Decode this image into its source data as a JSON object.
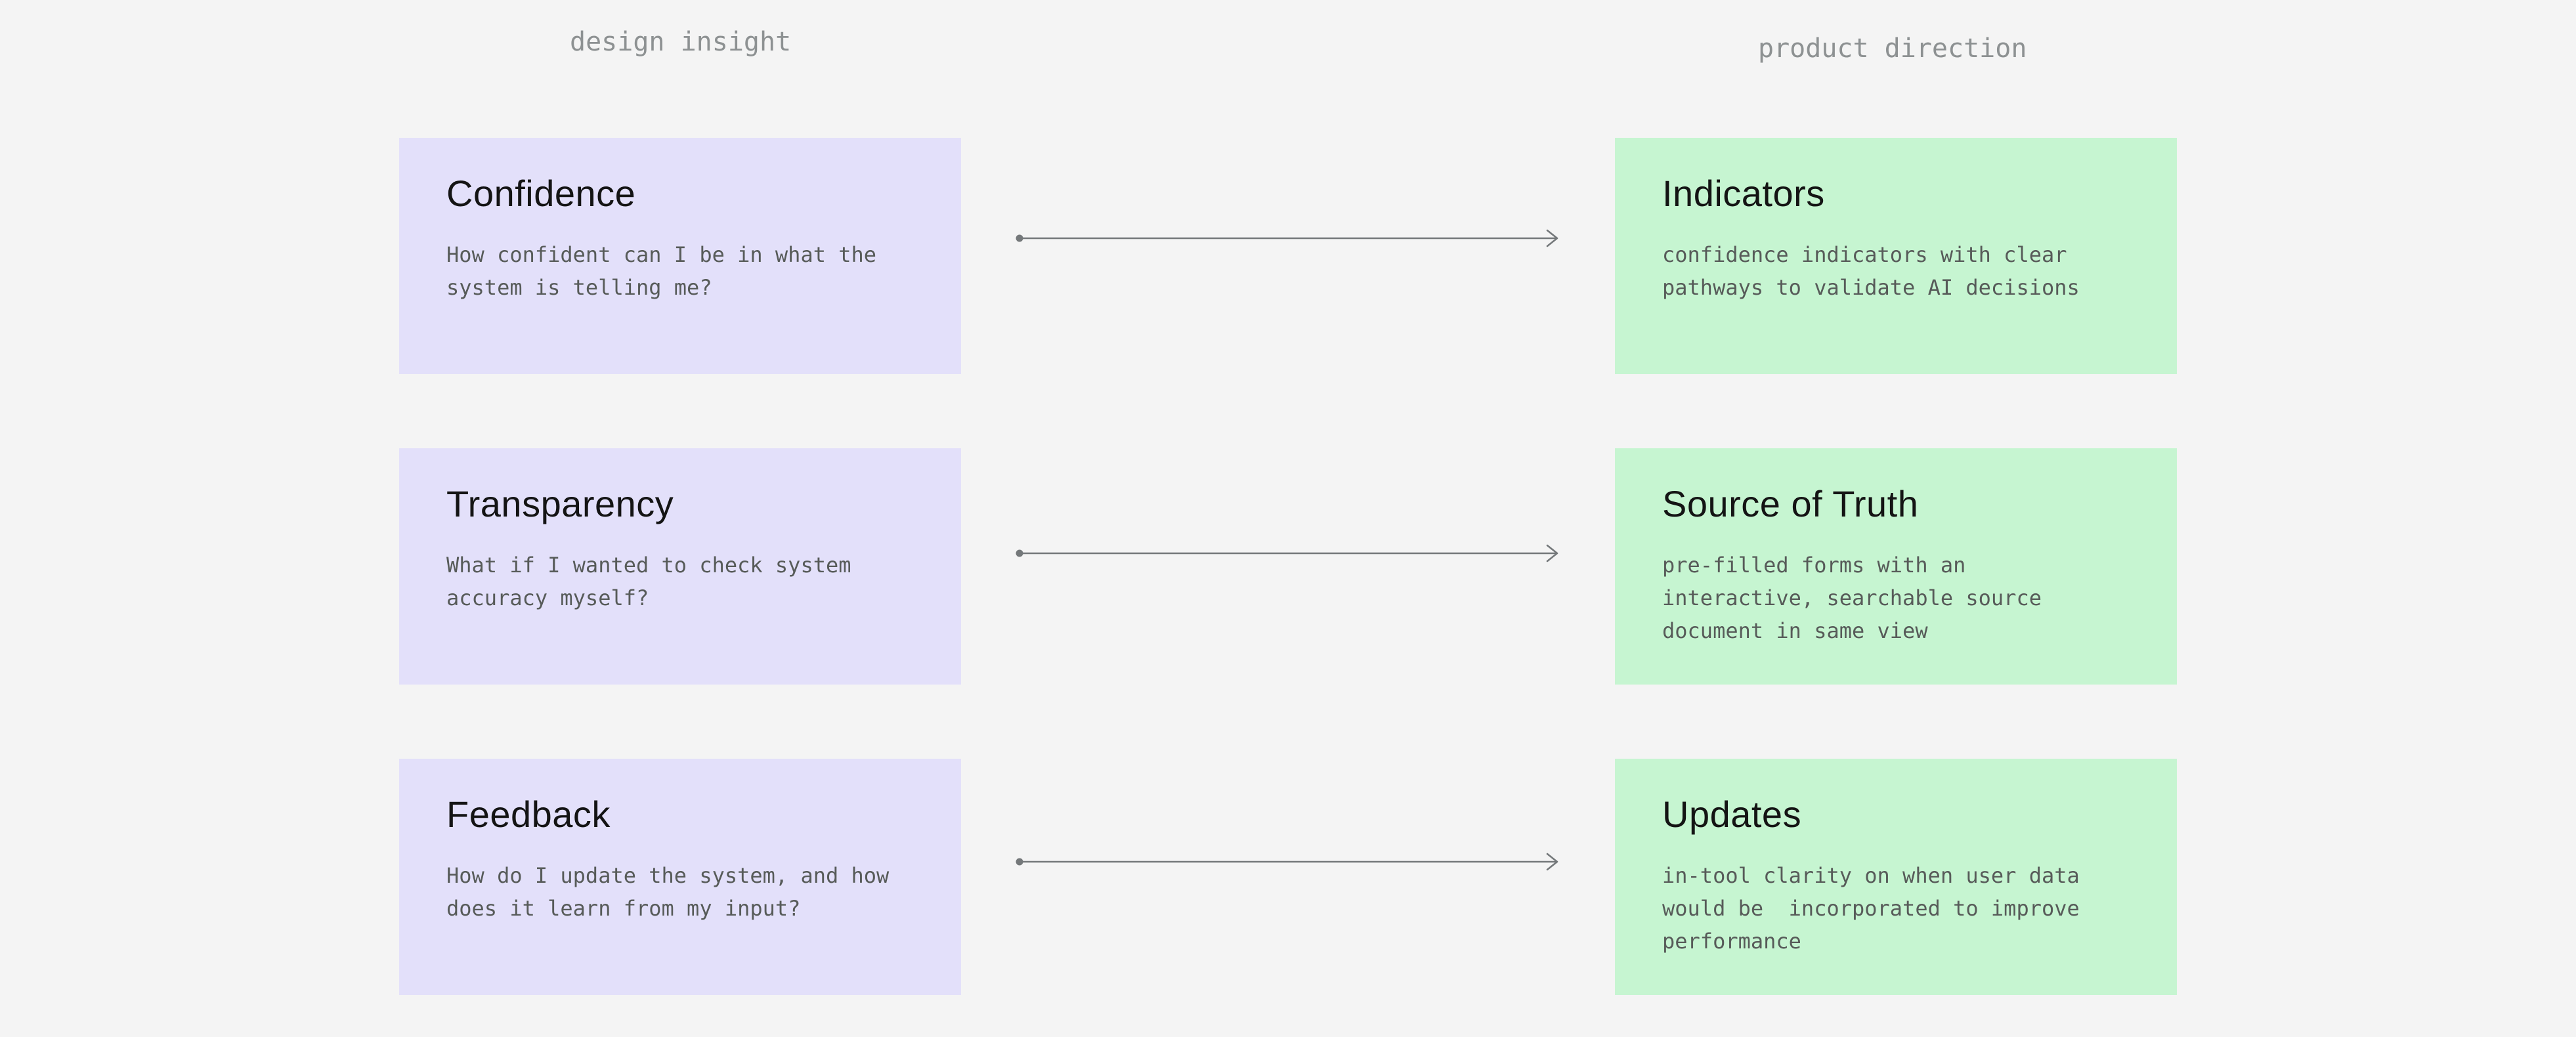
{
  "colors": {
    "background": "#F4F4F4",
    "insight_card": "#E3E0FA",
    "direction_card": "#C6F5D1",
    "title_text": "#141414",
    "body_text": "#575B59",
    "header_text": "#8D9192",
    "connector": "#74787A"
  },
  "columns": [
    {
      "id": "insight",
      "header": "design insight"
    },
    {
      "id": "direction",
      "header": "product direction"
    }
  ],
  "rows": [
    {
      "insight": {
        "title": "Confidence",
        "body": "How confident can I be in what the\nsystem is telling me?"
      },
      "direction": {
        "title": "Indicators",
        "body": "confidence indicators with clear\npathways to validate AI decisions"
      }
    },
    {
      "insight": {
        "title": "Transparency",
        "body": "What if I wanted to check system\naccuracy myself?"
      },
      "direction": {
        "title": "Source of Truth",
        "body": "pre-filled forms with an\ninteractive, searchable source\ndocument in same view"
      }
    },
    {
      "insight": {
        "title": "Feedback",
        "body": "How do I update the system, and how\ndoes it learn from my input?"
      },
      "direction": {
        "title": "Updates",
        "body": "in-tool clarity on when user data\nwould be  incorporated to improve\nperformance"
      }
    }
  ]
}
